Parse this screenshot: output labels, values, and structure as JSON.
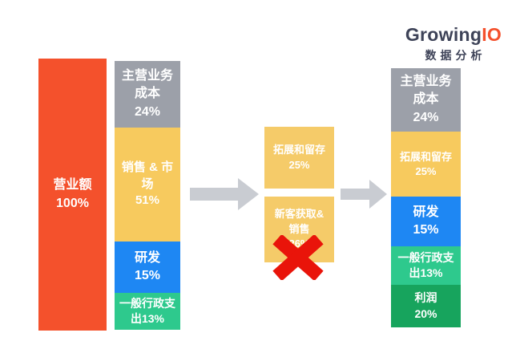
{
  "logo": {
    "brand": "Growing",
    "brand_accent": "IO",
    "subtitle": "数据分析"
  },
  "colors": {
    "canvas_bg": "#FFFFFF",
    "revenue_orange": "#F4512C",
    "cost_gray": "#9CA0A9",
    "sales_yellow": "#F7CA5E",
    "split_yellow": "#F5CB69",
    "rd_blue": "#1E87F3",
    "admin_green": "#2EC98D",
    "profit_green": "#17A45D",
    "arrow_gray": "#C9CCD2",
    "x_red": "#E9140A",
    "logo_dark": "#3E4358",
    "logo_accent": "#F4502C",
    "text_white": "#FFFFFF"
  },
  "display": {
    "revenue": "营业额\n100%",
    "before": {
      "cost": "主营业务\n成本\n24%",
      "sales": "销售 & 市\n场\n51%",
      "rd": "研发\n15%",
      "admin": "一般行政支\n出13%"
    },
    "split": {
      "retention": "拓展和留存\n25%",
      "acquisition": "新客获取&\n销售\n26%"
    },
    "after": {
      "cost": "主营业务\n成本\n24%",
      "retention": "拓展和留存\n25%",
      "rd": "研发\n15%",
      "admin": "一般行政支\n出13%",
      "profit": "利润\n20%"
    }
  },
  "chart_data": {
    "type": "bar",
    "subtype": "stacked-bar-flow",
    "unit": "%",
    "columns": [
      {
        "name": "revenue_bar",
        "segments": [
          {
            "label": "营业额",
            "value": 100,
            "color": "#F4512C"
          }
        ]
      },
      {
        "name": "cost_breakdown_left",
        "segments": [
          {
            "label": "主营业务成本",
            "value": 24,
            "color": "#9CA0A9"
          },
          {
            "label": "销售 & 市场",
            "value": 51,
            "color": "#F7CA5E"
          },
          {
            "label": "研发",
            "value": 15,
            "color": "#1E87F3"
          },
          {
            "label": "一般行政支出",
            "value": 13,
            "color": "#2EC98D"
          }
        ]
      },
      {
        "name": "sales_market_split",
        "segments": [
          {
            "label": "拓展和留存",
            "value": 25,
            "color": "#F5CB69"
          },
          {
            "label": "新客获取&销售",
            "value": 26,
            "color": "#F5CB69",
            "crossed_out": true
          }
        ]
      },
      {
        "name": "cost_breakdown_right",
        "segments": [
          {
            "label": "主营业务成本",
            "value": 24,
            "color": "#9CA0A9"
          },
          {
            "label": "拓展和留存",
            "value": 25,
            "color": "#F7CA5E"
          },
          {
            "label": "研发",
            "value": 15,
            "color": "#1E87F3"
          },
          {
            "label": "一般行政支出",
            "value": 13,
            "color": "#2EC98D"
          },
          {
            "label": "利润",
            "value": 20,
            "color": "#17A45D"
          }
        ]
      }
    ],
    "legend_position": "none",
    "grid": false
  }
}
